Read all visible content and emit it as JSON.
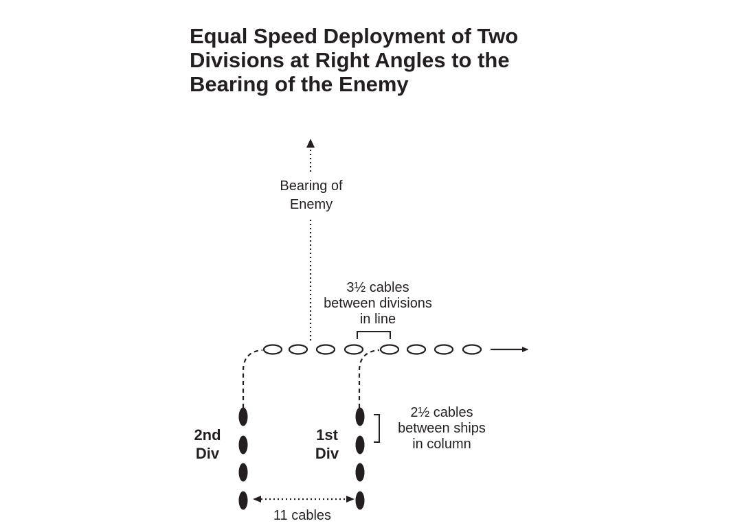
{
  "title": {
    "line1": "Equal Speed Deployment of Two",
    "line2": "Divisions at Right Angles to the",
    "line3": "Bearing of the Enemy"
  },
  "bearing": {
    "line1": "Bearing of",
    "line2": "Enemy"
  },
  "divisions_spacing": {
    "line1": "3½ cables",
    "line2": "between divisions",
    "line3": "in line"
  },
  "ships_spacing": {
    "line1": "2½ cables",
    "line2": "between ships",
    "line3": "in column"
  },
  "div2": {
    "line1": "2nd",
    "line2": "Div"
  },
  "div1": {
    "line1": "1st",
    "line2": "Div"
  },
  "distance": "11 cables",
  "colors": {
    "ink": "#231f20",
    "background": "#ffffff"
  }
}
